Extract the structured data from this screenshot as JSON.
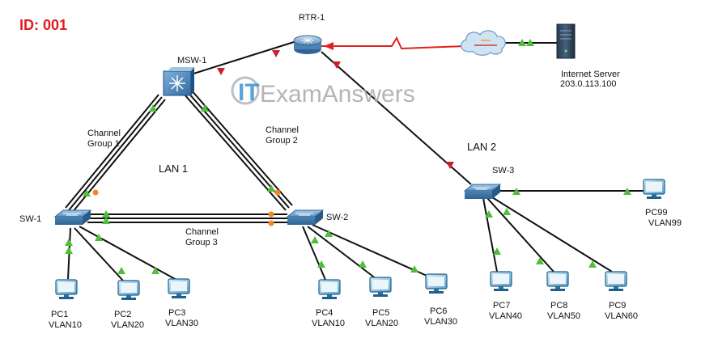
{
  "header": {
    "id_label": "ID: 001"
  },
  "watermark": {
    "prefix": "IT",
    "text": "ExamAnswers"
  },
  "devices": {
    "rtr1": "RTR-1",
    "msw1": "MSW-1",
    "sw1": "SW-1",
    "sw2": "SW-2",
    "sw3": "SW-3",
    "server": {
      "name": "Internet Server",
      "ip": "203.0.113.100"
    }
  },
  "areas": {
    "lan1": "LAN 1",
    "lan2": "LAN 2"
  },
  "channel_groups": {
    "g1": [
      "Channel",
      "Group 1"
    ],
    "g2": [
      "Channel",
      "Group 2"
    ],
    "g3": [
      "Channel",
      "Group 3"
    ]
  },
  "pcs": {
    "pc1": {
      "name": "PC1",
      "vlan": "VLAN10"
    },
    "pc2": {
      "name": "PC2",
      "vlan": "VLAN20"
    },
    "pc3": {
      "name": "PC3",
      "vlan": "VLAN30"
    },
    "pc4": {
      "name": "PC4",
      "vlan": "VLAN10"
    },
    "pc5": {
      "name": "PC5",
      "vlan": "VLAN20"
    },
    "pc6": {
      "name": "PC6",
      "vlan": "VLAN30"
    },
    "pc7": {
      "name": "PC7",
      "vlan": "VLAN40"
    },
    "pc8": {
      "name": "PC8",
      "vlan": "VLAN50"
    },
    "pc9": {
      "name": "PC9",
      "vlan": "VLAN60"
    },
    "pc99": {
      "name": "PC99",
      "vlan": "VLAN99"
    }
  },
  "colors": {
    "id_red": "#e11b1b",
    "link_black": "#111111",
    "serial_red": "#e0201e",
    "up_green": "#4fbf3a",
    "down_red": "#cc1f2a",
    "orange": "#f08a1c",
    "switch_blue": "#4f88b8",
    "watermark_blue": "#2f8fd0",
    "watermark_grey": "#a7a9ac"
  }
}
